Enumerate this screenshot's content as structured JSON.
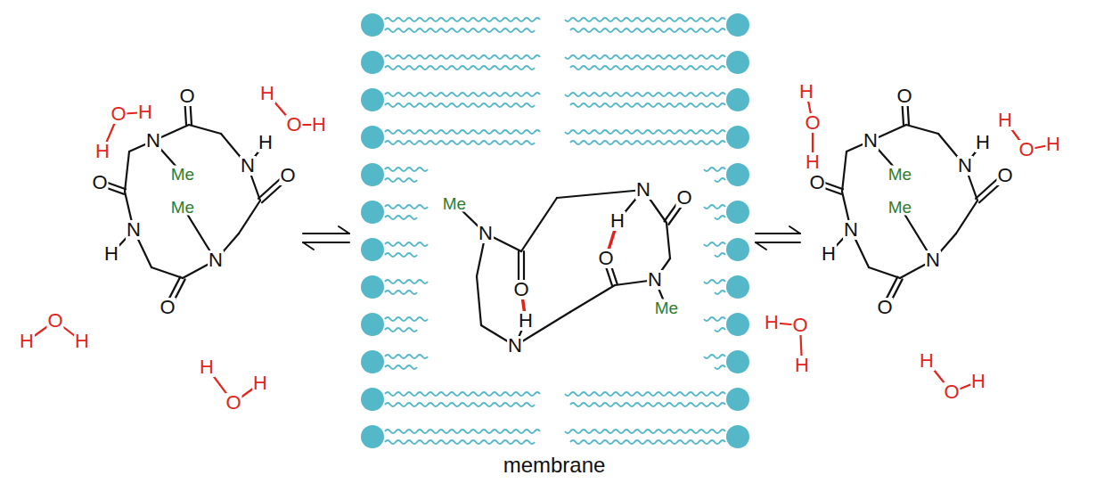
{
  "diagram": {
    "labels": [
      "O",
      "H",
      "H",
      "O",
      "H",
      "H",
      "O",
      "H",
      "H",
      "O",
      "H",
      "H",
      "O",
      "N",
      "N",
      "H",
      "Me",
      "Me",
      "O",
      "O",
      "N",
      "H",
      "N",
      "O",
      "Me",
      "N",
      "N",
      "H",
      "O",
      "O",
      "O",
      "N",
      "Me",
      "H",
      "N",
      "O",
      "N",
      "N",
      "H",
      "Me",
      "Me",
      "O",
      "O",
      "N",
      "H",
      "N",
      "O",
      "O",
      "H",
      "H",
      "O",
      "H",
      "H",
      "O",
      "H",
      "H",
      "O",
      "H",
      "H",
      "membrane"
    ]
  }
}
